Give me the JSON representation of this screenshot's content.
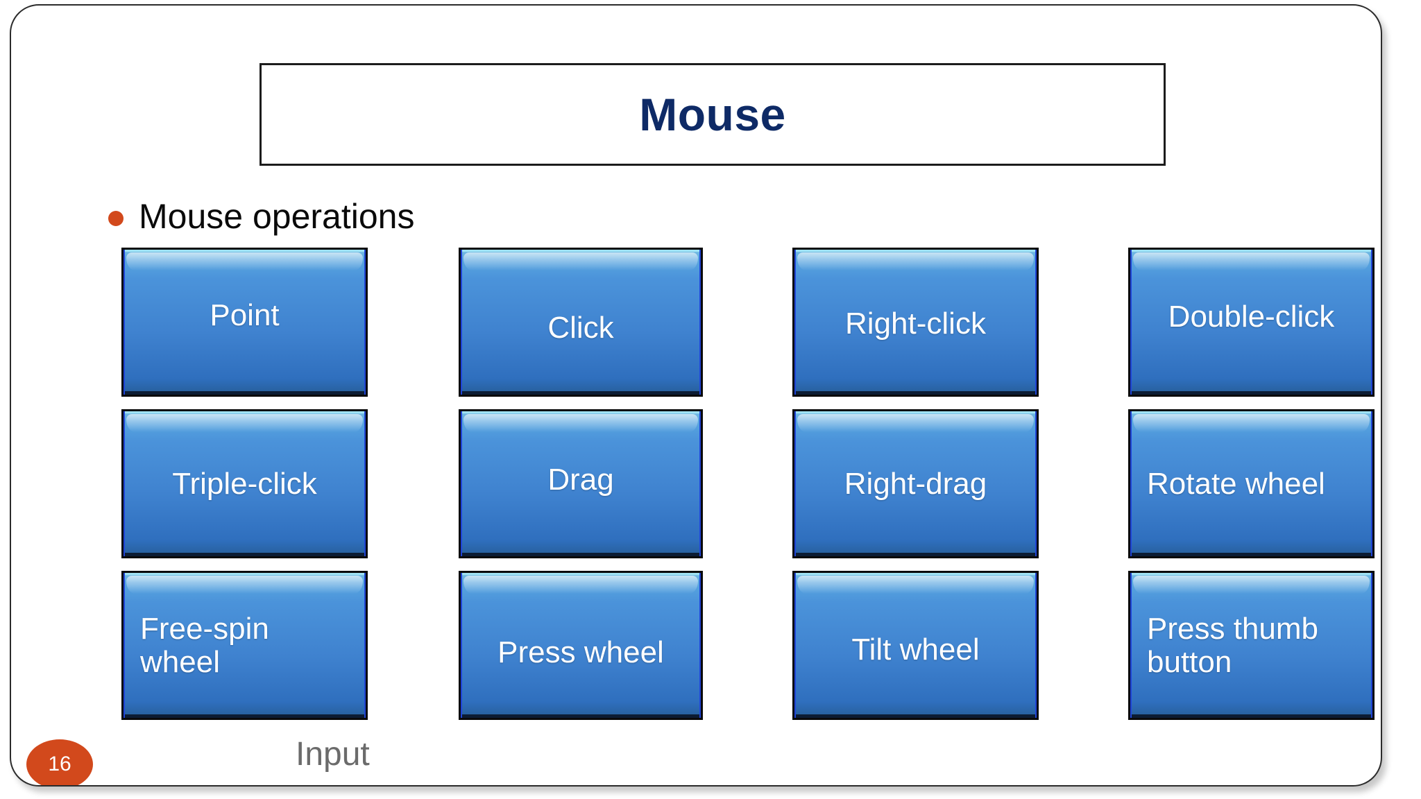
{
  "slide": {
    "title": "Mouse",
    "bullet": {
      "marker": "round-bullet",
      "label": "Mouse operations"
    },
    "footer": {
      "page_number": "16",
      "section_label": "Input"
    },
    "colors": {
      "title_text": "#0e2a66",
      "bullet_marker": "#d2491c",
      "page_badge": "#d2491c",
      "footer_label": "#6b6b6b",
      "box_fill_top": "#59a6e0",
      "box_fill_bottom": "#1b4a7c",
      "box_text": "#ffffff",
      "box_outline": "#0a0a0a"
    }
  },
  "operations": [
    {
      "label": "Point",
      "row": 1,
      "col": 1,
      "align": "center"
    },
    {
      "label": "Click",
      "row": 1,
      "col": 2,
      "align": "center"
    },
    {
      "label": "Right-click",
      "row": 1,
      "col": 3,
      "align": "center"
    },
    {
      "label": "Double-click",
      "row": 1,
      "col": 4,
      "align": "center"
    },
    {
      "label": "Triple-click",
      "row": 2,
      "col": 1,
      "align": "center"
    },
    {
      "label": "Drag",
      "row": 2,
      "col": 2,
      "align": "center"
    },
    {
      "label": "Right-drag",
      "row": 2,
      "col": 3,
      "align": "center"
    },
    {
      "label": "Rotate wheel",
      "row": 2,
      "col": 4,
      "align": "left"
    },
    {
      "label": "Free-spin wheel",
      "row": 3,
      "col": 1,
      "align": "left"
    },
    {
      "label": "Press wheel",
      "row": 3,
      "col": 2,
      "align": "center"
    },
    {
      "label": "Tilt wheel",
      "row": 3,
      "col": 3,
      "align": "center"
    },
    {
      "label": "Press thumb button",
      "row": 3,
      "col": 4,
      "align": "left"
    }
  ]
}
